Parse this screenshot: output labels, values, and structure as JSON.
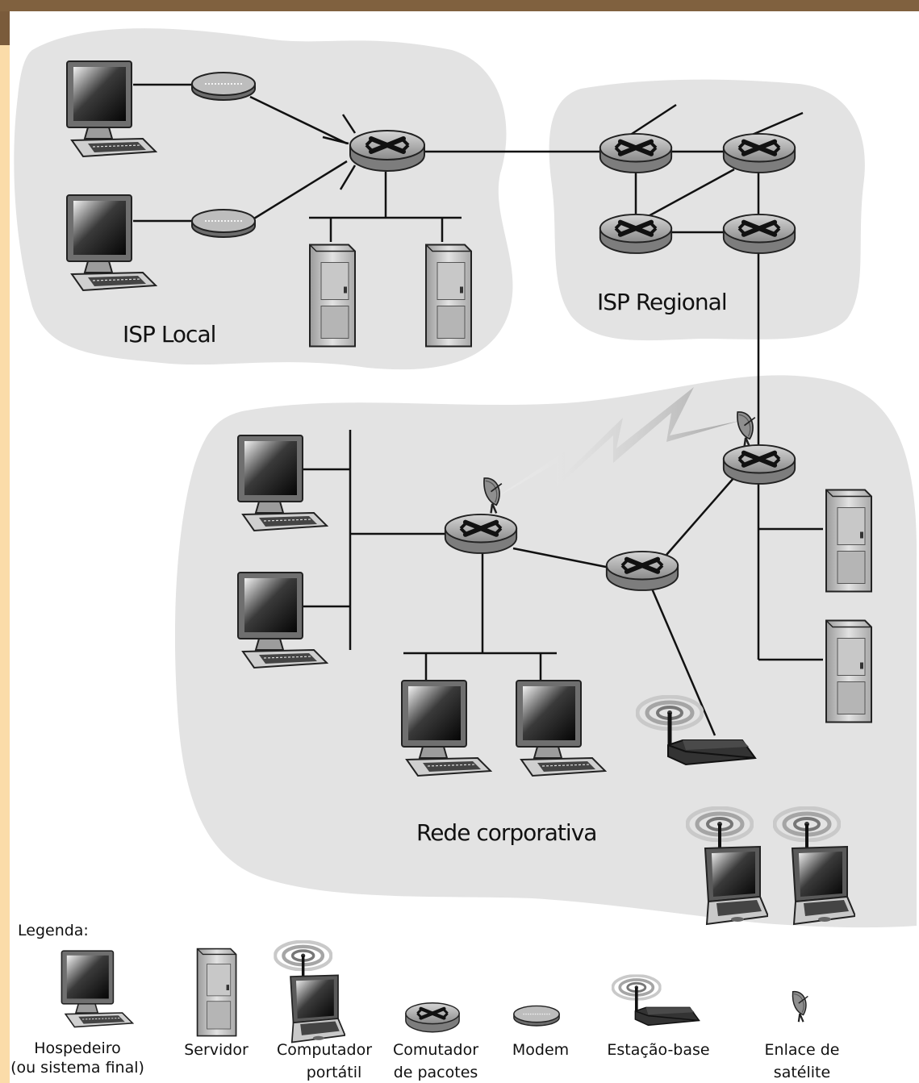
{
  "regions": {
    "isp_local": "ISP Local",
    "isp_regional": "ISP Regional",
    "corporate": "Rede corporativa"
  },
  "legend": {
    "title": "Legenda:",
    "items": [
      {
        "line1": "Hospedeiro",
        "line2": "(ou sistema final)"
      },
      {
        "line1": "Servidor",
        "line2": ""
      },
      {
        "line1": "Computador",
        "line2": "portátil"
      },
      {
        "line1": "Comutador",
        "line2": "de pacotes"
      },
      {
        "line1": "Modem",
        "line2": ""
      },
      {
        "line1": "Estação-base",
        "line2": ""
      },
      {
        "line1": "Enlace de",
        "line2": "satélite"
      }
    ]
  },
  "colors": {
    "cloud": "#e3e3e3",
    "frame_brown": "#80613f",
    "frame_tan": "#fbdca9"
  }
}
